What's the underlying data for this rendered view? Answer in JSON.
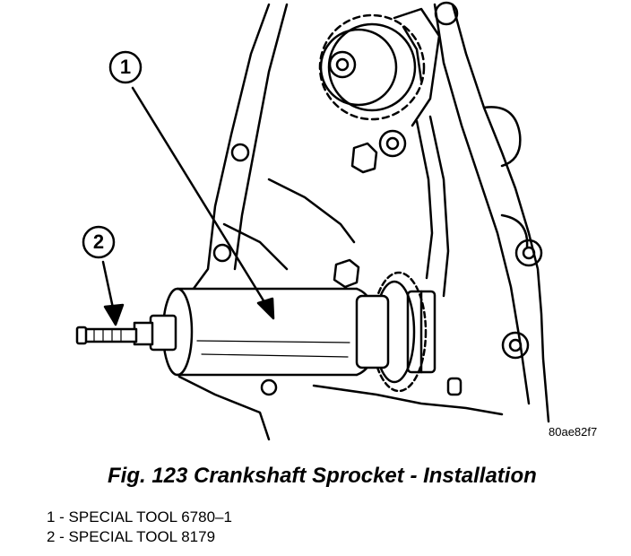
{
  "figure": {
    "image_id": "80ae82f7",
    "caption": "Fig. 123 Crankshaft Sprocket - Installation",
    "callouts": [
      {
        "number": "1"
      },
      {
        "number": "2"
      }
    ],
    "legend": [
      {
        "text": "1 - SPECIAL TOOL 6780–1"
      },
      {
        "text": "2 - SPECIAL TOOL 8179"
      }
    ]
  }
}
